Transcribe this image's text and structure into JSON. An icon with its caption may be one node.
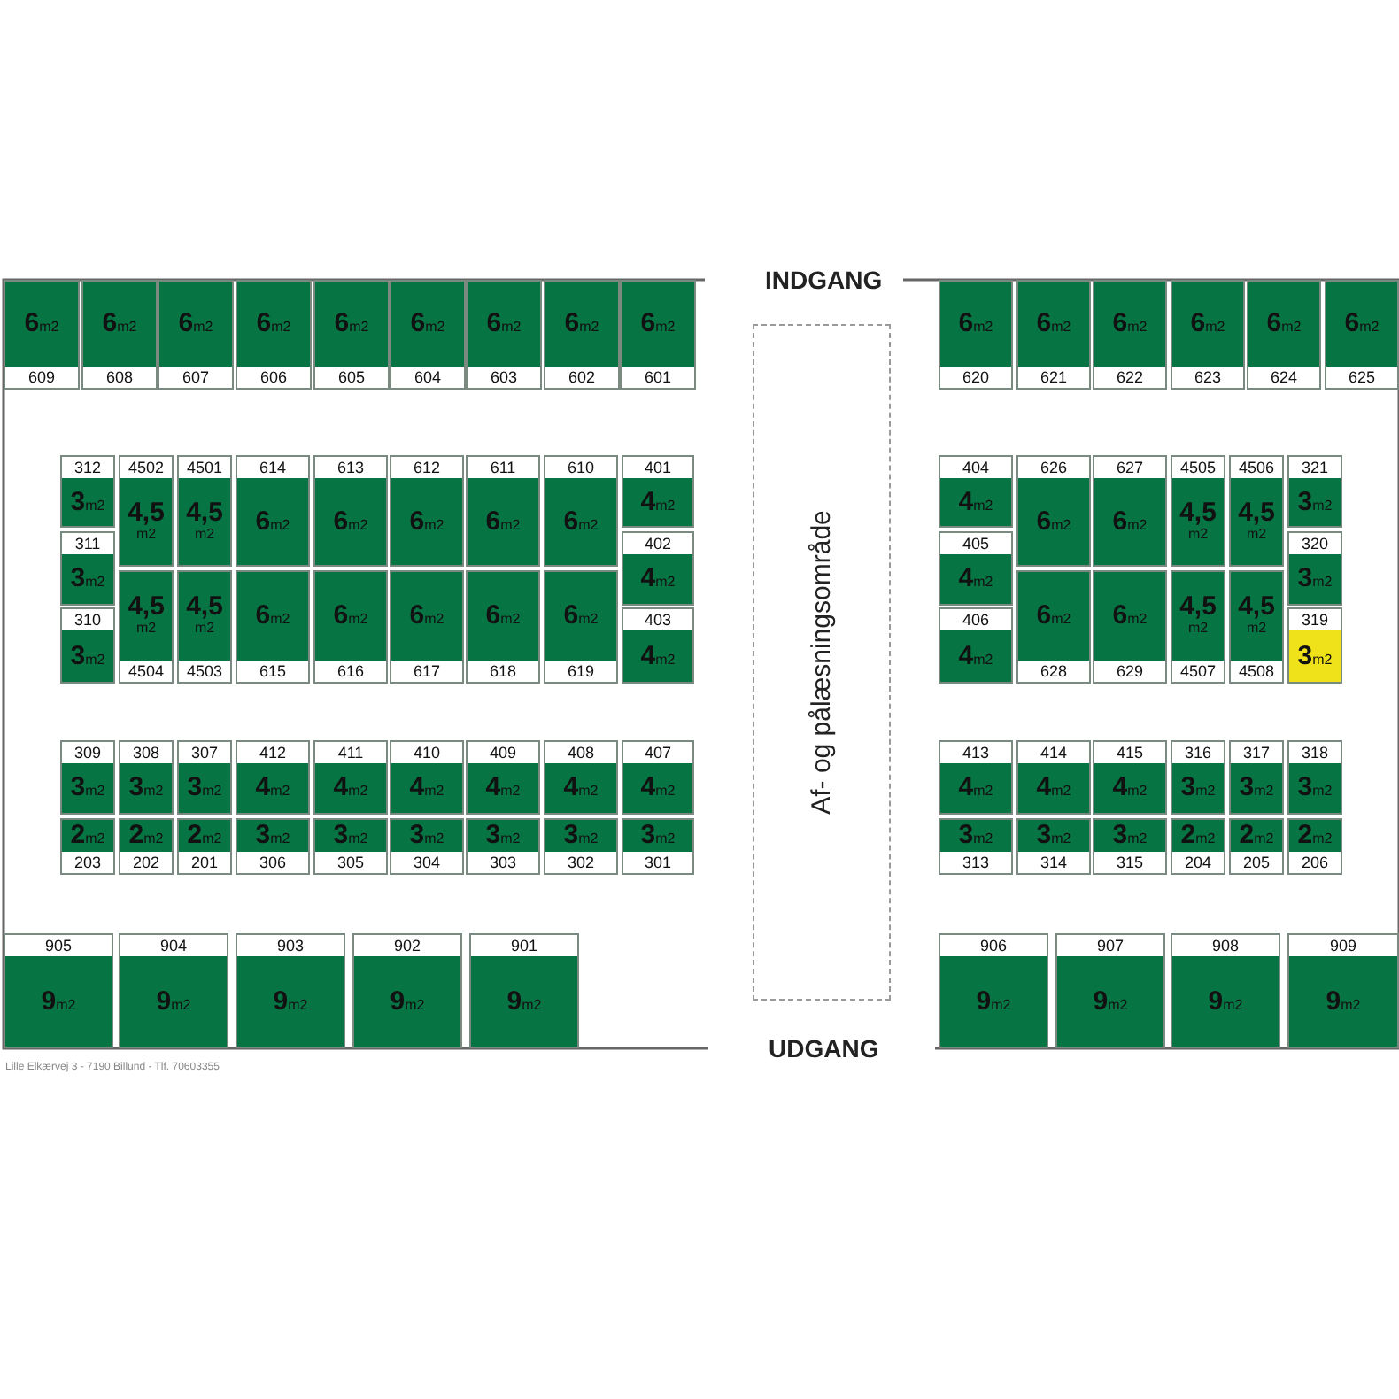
{
  "diagram": {
    "nodes": [
      {
        "text": [
          "6$_{m2}$",
          "609"
        ]
      },
      {
        "text": [
          "6$_{m2}$",
          "608"
        ]
      },
      {
        "text": [
          "6$_{m2}$",
          "607"
        ]
      },
      {
        "text": [
          "6$_{m2}$",
          "606"
        ]
      },
      {
        "text": [
          "6$_{m2}$",
          "605"
        ]
      },
      {
        "text": [
          "6$_{m2}$",
          "604"
        ]
      },
      {
        "text": [
          "6$_{m2}$",
          "603"
        ]
      },
      {
        "text": [
          "6$_{m2}$",
          "602"
        ]
      },
      {
        "text": [
          "6$_{m2}$",
          "601"
        ]
      },
      {
        "text": [
          "Af- og pålæsningsområde"
        ]
      },
      {
        "text": [
          "6$_{m2}$",
          "620"
        ]
      },
      {
        "text": [
          "6$_{m2}$",
          "621"
        ]
      },
      {
        "text": [
          "6$_{m2}$",
          "622"
        ]
      },
      {
        "text": [
          "6$_{m2}$",
          "623"
        ]
      },
      {
        "text": [
          "6$_{m2}$",
          "624"
        ]
      },
      {
        "text": [
          "6$_{m2}$",
          "625"
        ]
      },
      {
        "text": [
          "312",
          "3$_{m2}$"
        ]
      },
      {
        "text": [
          "4502",
          "4,5 $_{m2}$"
        ]
      },
      {
        "text": [
          "4501",
          "4,5 $_{m2}$"
        ]
      },
      {
        "text": [
          "614",
          "6$_{m2}$"
        ]
      },
      {
        "text": [
          "613",
          "6$_{m2}$"
        ]
      },
      {
        "text": [
          "612",
          "6$_{m2}$"
        ]
      },
      {
        "text": [
          "611",
          "6$_{m2}$"
        ]
      },
      {
        "text": [
          "610",
          "6$_{m2}$"
        ]
      },
      {
        "text": [
          "401",
          "4$_{m2}$"
        ]
      },
      {
        "text": [
          "404",
          "4$_{m2}$"
        ]
      },
      {
        "text": [
          "626",
          "6$_{m2}$"
        ]
      },
      {
        "text": [
          "627",
          "6$_{m2}$"
        ]
      },
      {
        "text": [
          "4505",
          "4,5 $_{m2}$"
        ]
      },
      {
        "text": [
          "4506",
          "4,5 $_{m2}$"
        ]
      },
      {
        "text": [
          "321",
          "3$_{m2}$"
        ]
      },
      {
        "text": [
          "311",
          "3$_{m2}$"
        ]
      },
      {
        "text": [
          "402",
          "4$_{m2}$"
        ]
      },
      {
        "text": [
          "405",
          "4$_{m2}$"
        ]
      },
      {
        "text": [
          "320",
          "3$_{m2}$"
        ]
      },
      {
        "text": [
          "310",
          "3$_{m2}$"
        ]
      },
      {
        "text": [
          "4,5 $_{m2}$",
          "4504"
        ]
      },
      {
        "text": [
          "4,5 $_{m2}$",
          "4503"
        ]
      },
      {
        "text": [
          "6$_{m2}$",
          "615"
        ]
      },
      {
        "text": [
          "6$_{m2}$",
          "616"
        ]
      },
      {
        "text": [
          "6$_{m2}$",
          "617"
        ]
      },
      {
        "text": [
          "6$_{m2}$",
          "618"
        ]
      },
      {
        "text": [
          "6$_{m2}$",
          "619"
        ]
      },
      {
        "text": [
          "403",
          "4$_{m2}$"
        ]
      },
      {
        "text": [
          "406",
          "4$_{m2}$"
        ]
      },
      {
        "text": [
          "6$_{m2}$",
          "628"
        ]
      },
      {
        "text": [
          "6$_{m2}$",
          "629"
        ]
      },
      {
        "text": [
          "4,5 $_{m2}$",
          "4507"
        ]
      },
      {
        "text": [
          "4,5 $_{m2}$",
          "4508"
        ]
      },
      {
        "text": [
          "319",
          "3$_{m2}$"
        ]
      },
      {
        "text": [
          "309",
          "3$_{m2}$"
        ]
      },
      {
        "text": [
          "308",
          "3$_{m2}$"
        ]
      },
      {
        "text": [
          "307",
          "3$_{m2}$"
        ]
      },
      {
        "text": [
          "412",
          "4$_{m2}$"
        ]
      },
      {
        "text": [
          "411",
          "4$_{m2}$"
        ]
      },
      {
        "text": [
          "410",
          "4$_{m2}$"
        ]
      },
      {
        "text": [
          "409",
          "4$_{m2}$"
        ]
      },
      {
        "text": [
          "408",
          "4$_{m2}$"
        ]
      },
      {
        "text": [
          "407",
          "4$_{m2}$"
        ]
      },
      {
        "text": [
          "413",
          "4$_{m2}$"
        ]
      },
      {
        "text": [
          "414",
          "4$_{m2}$"
        ]
      },
      {
        "text": [
          "415",
          "4$_{m2}$"
        ]
      },
      {
        "text": [
          "316",
          "3$_{m2}$"
        ]
      },
      {
        "text": [
          "317",
          "3$_{m2}$"
        ]
      },
      {
        "text": [
          "318",
          "3$_{m2}$"
        ]
      },
      {
        "text": [
          "2$_{m2}$",
          "203"
        ]
      },
      {
        "text": [
          "2$_{m2}$",
          "202"
        ]
      },
      {
        "text": [
          "2$_{m2}$",
          "201"
        ]
      },
      {
        "text": [
          "3$_{m2}$",
          "306"
        ]
      },
      {
        "text": [
          "3$_{m2}$",
          "305"
        ]
      },
      {
        "text": [
          "3$_{m2}$",
          "304"
        ]
      },
      {
        "text": [
          "3$_{m2}$",
          "303"
        ]
      },
      {
        "text": [
          "3$_{m2}$",
          "302"
        ]
      },
      {
        "text": [
          "3$_{m2}$",
          "301"
        ]
      },
      {
        "text": [
          "3$_{m2}$",
          "313"
        ]
      },
      {
        "text": [
          "3$_{m2}$",
          "314"
        ]
      },
      {
        "text": [
          "3$_{m2}$",
          "315"
        ]
      },
      {
        "text": [
          "2$_{m2}$",
          "204"
        ]
      },
      {
        "text": [
          "2$_{m2}$",
          "205"
        ]
      },
      {
        "text": [
          "2$_{m2}$",
          "206"
        ]
      },
      {
        "text": [
          "905",
          "9$_{m2}$"
        ]
      },
      {
        "text": [
          "904",
          "9$_{m2}$"
        ]
      },
      {
        "text": [
          "903",
          "9$_{m2}$"
        ]
      },
      {
        "text": [
          "902",
          "9$_{m2}$"
        ]
      },
      {
        "text": [
          "901",
          "9$_{m2}$"
        ]
      },
      {
        "text": [
          "906",
          "9$_{m2}$"
        ]
      },
      {
        "text": [
          "907",
          "9$_{m2}$"
        ]
      },
      {
        "text": [
          "908",
          "9$_{m2}$"
        ]
      },
      {
        "text": [
          "909",
          "9$_{m2}$"
        ]
      }
    ],
    "labels": [
      "INDGANG",
      "UDGANG",
      "Lille Elkærvej 3 - 7190 Billund - Tlf. 70603355"
    ]
  }
}
